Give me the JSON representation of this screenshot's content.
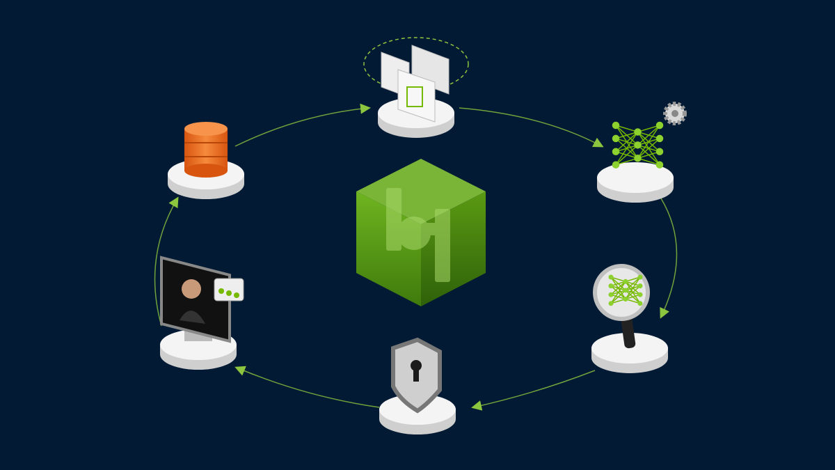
{
  "colors": {
    "background": "#021a33",
    "accent_green": "#76b900",
    "cube_green": "#5a9a12",
    "database_orange": "#f26b1d",
    "pedestal_white": "#f2f2f2",
    "arrow_green": "#8cc63f"
  },
  "center": {
    "icon": "green-cube-gears-icon"
  },
  "nodes": [
    {
      "id": "documents",
      "icon": "documents-icon"
    },
    {
      "id": "neural-network",
      "icon": "neural-network-gear-icon"
    },
    {
      "id": "model-inspection",
      "icon": "magnifier-network-icon"
    },
    {
      "id": "security",
      "icon": "shield-keyhole-icon"
    },
    {
      "id": "avatar-chat",
      "icon": "monitor-avatar-chat-icon"
    },
    {
      "id": "database",
      "icon": "database-icon"
    }
  ]
}
